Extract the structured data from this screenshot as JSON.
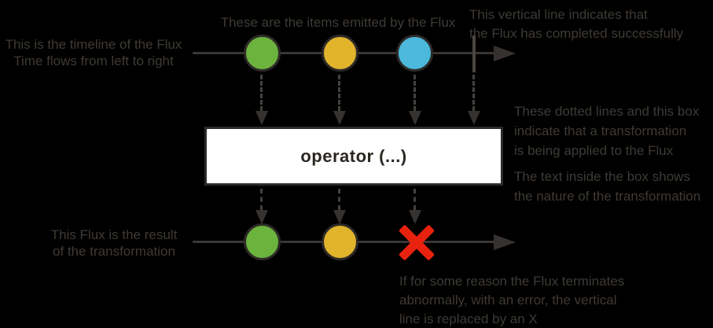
{
  "colors": {
    "background": "#000000",
    "annotation_text": "#3f3a35",
    "timeline_line": "#3a3633",
    "complete_line": "#4a4642",
    "dashed_line": "#45413d",
    "arrow": "#363230",
    "circle_border": "#2d2a27",
    "item_green": "#6cb33e",
    "item_yellow": "#e2b42c",
    "item_blue": "#4cb8dc",
    "error_red": "#e8220e",
    "box_bg": "#ffffff",
    "box_border": "#2d2a27",
    "box_text": "#2b2723"
  },
  "annotations": {
    "timeline": {
      "lines": [
        "This is the timeline of the Flux",
        "Time flows from left to right"
      ]
    },
    "items": {
      "lines": [
        "These are the items emitted by the Flux"
      ]
    },
    "complete": {
      "lines": [
        "This vertical line indicates that",
        "the Flux has completed successfully"
      ]
    },
    "transformation": {
      "lines": [
        "These dotted lines and this box",
        "indicate that a transformation",
        "is being applied to the Flux"
      ]
    },
    "box_text": {
      "lines": [
        "The text inside the box shows",
        "the nature of the transformation"
      ]
    },
    "result": {
      "lines": [
        "This Flux is the result",
        "of the transformation"
      ]
    },
    "error": {
      "lines": [
        "If for some reason the Flux terminates",
        "abnormally, with an error, the vertical",
        "line is replaced by an X"
      ]
    }
  },
  "operator": {
    "label": "operator (...)"
  },
  "source_flux": {
    "items": [
      "green",
      "yellow",
      "blue"
    ],
    "terminal": "complete"
  },
  "result_flux": {
    "items": [
      "green",
      "yellow"
    ],
    "terminal": "error"
  }
}
